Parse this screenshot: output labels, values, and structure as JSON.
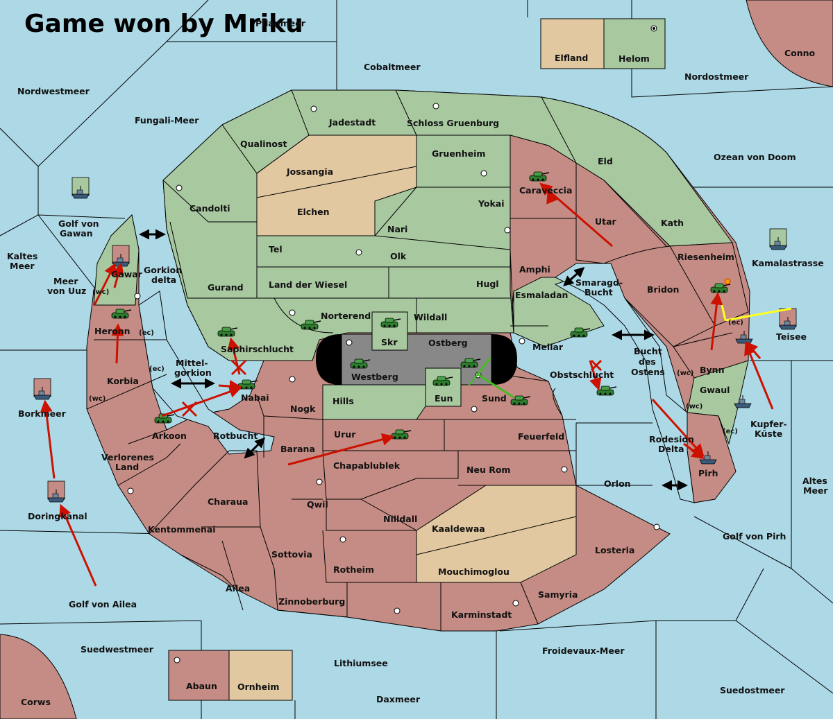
{
  "title": "Game won by Mriku",
  "colors": {
    "sea": "#add8e6",
    "green": "#a8c8a0",
    "red": "#c48c84",
    "tan": "#e2c8a0",
    "impassable": "#888888",
    "move_arrow": "#cc1100",
    "support_green": "#44bb22",
    "support_yellow": "#ffff22"
  },
  "territories": {
    "Pflaumeer": "Pflaumeer",
    "Elfland": "Elfland",
    "Helom": "Helom",
    "Conno": "Conno",
    "Cobaltmeer": "Cobaltmeer",
    "Nordostmeer": "Nordostmeer",
    "Nordwestmeer": "Nordwestmeer",
    "Fungali_Meer": "Fungali-Meer",
    "Jadestadt": "Jadestadt",
    "Schloss_Gruenburg": "Schloss Gruenburg",
    "Qualinost": "Qualinost",
    "Gruenheim": "Gruenheim",
    "Eld": "Eld",
    "Ozean_von_Doom": "Ozean von Doom",
    "Jossangia": "Jossangia",
    "Caraveccia": "Caraveccia",
    "Candolti": "Candolti",
    "Yokai": "Yokai",
    "Elchen": "Elchen",
    "Utar": "Utar",
    "Golf_von_Gawan": "Golf von\nGawan",
    "Nari": "Nari",
    "Kath": "Kath",
    "Tel": "Tel",
    "Olk": "Olk",
    "Kaltes_Meer": "Kaltes\nMeer",
    "Amphi": "Amphi",
    "Riesenheim": "Riesenheim",
    "Kamalastrasse": "Kamalastrasse",
    "Gawar": "Gawar",
    "Gorkion_delta": "Gorkion\ndelta",
    "Meer_von_Uuz": "Meer\nvon Uuz",
    "Land_der_Wiesel": "Land der Wiesel",
    "Hugl": "Hugl",
    "Smaragd_Bucht": "Smaragd-\nBucht",
    "Gurand": "Gurand",
    "Bridon": "Bridon",
    "Esmaladan": "Esmaladan",
    "Norterend": "Norterend",
    "Wildall": "Wildall",
    "Heronn": "Heronn",
    "Teisee": "Teisee",
    "Skr": "Skr",
    "Ostberg": "Ostberg",
    "Mellar": "Mellar",
    "Saphirschlucht": "Saphirschlucht",
    "Bucht_des_Ostens": "Bucht\ndes\nOstens",
    "Mittel_gorkion": "Mittel-\ngorkion",
    "Bynn": "Bynn",
    "Westberg": "Westberg",
    "Obstschlucht": "Obstschlucht",
    "Korbia": "Korbia",
    "Nabai": "Nabai",
    "Eun": "Eun",
    "Sund": "Sund",
    "Gwaul": "Gwaul",
    "Hills": "Hills",
    "Borkmeer": "Borkmeer",
    "Nogk": "Nogk",
    "Kupfer_Kueste": "Kupfer-\nKüste",
    "Arkoon": "Arkoon",
    "Urur": "Urur",
    "Feuerfeld": "Feuerfeld",
    "Rotbucht": "Rotbucht",
    "Rodesion_Delta": "Rodesion\nDelta",
    "Barana": "Barana",
    "Verlorenes_Land": "Verlorenes\nLand",
    "Chapablublek": "Chapablublek",
    "Neu_Rom": "Neu Rom",
    "Pirh": "Pirh",
    "Orlon": "Orlon",
    "Altes_Meer": "Altes\nMeer",
    "Charaua": "Charaua",
    "Qwil": "Qwil",
    "Doringkanal": "Doringkanal",
    "Nilldall": "Nilldall",
    "Kaaldewaa": "Kaaldewaa",
    "Golf_von_Pirh": "Golf von Pirh",
    "Kentommenai": "Kentommenai",
    "Losteria": "Losteria",
    "Sottovia": "Sottovia",
    "Rotheim": "Rotheim",
    "Mouchimoglou": "Mouchimoglou",
    "Ailea": "Ailea",
    "Samyria": "Samyria",
    "Golf_von_Ailea": "Golf von Ailea",
    "Zinnoberburg": "Zinnoberburg",
    "Karminstadt": "Karminstadt",
    "Suedwestmeer": "Suedwestmeer",
    "Froidevaux_Meer": "Froidevaux-Meer",
    "Lithiumsee": "Lithiumsee",
    "Abaun": "Abaun",
    "Ornheim": "Ornheim",
    "Suedostmeer": "Suedostmeer",
    "Corws": "Corws",
    "Daxmeer": "Daxmeer"
  },
  "coast_tags": {
    "wc": "(wc)",
    "ec": "(ec)"
  },
  "units": {
    "armies": [
      "Caraveccia",
      "Norterend",
      "Skr",
      "Westberg",
      "Saphirschlucht",
      "Heronn",
      "Nabai",
      "Arkoon",
      "Eun",
      "Ostberg",
      "Sund",
      "Mellar",
      "Obstschlucht",
      "Urur",
      "Riesenheim"
    ],
    "fleets": [
      "Golf von Gawan",
      "Gawar",
      "Borkmeer",
      "Doringkanal",
      "Kamalastrasse",
      "Teisee",
      "Bynn",
      "Gwaul",
      "Pirh"
    ]
  }
}
